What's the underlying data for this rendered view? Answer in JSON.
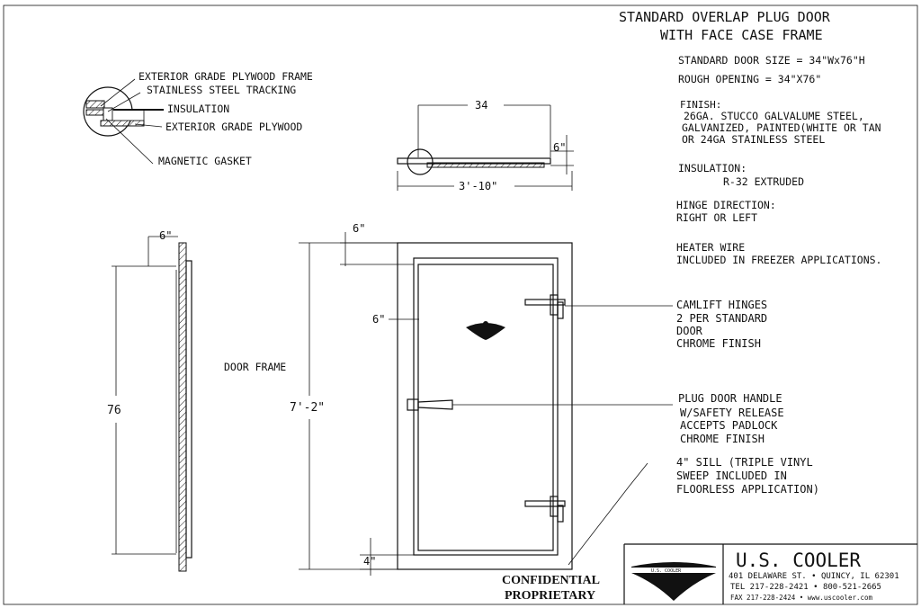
{
  "title": {
    "line1": "STANDARD OVERLAP PLUG DOOR",
    "line2": "WITH FACE CASE FRAME"
  },
  "specs": {
    "door_size": "STANDARD DOOR SIZE = 34\"Wx76\"H",
    "rough_opening": "ROUGH OPENING = 34\"X76\"",
    "finish_label": "FINISH:",
    "finish_1": "26GA. STUCCO GALVALUME STEEL,",
    "finish_2": "GALVANIZED, PAINTED(WHITE OR TAN",
    "finish_3": "OR 24GA STAINLESS STEEL",
    "insulation_label": "INSULATION:",
    "insulation_value": "R-32 EXTRUDED",
    "hinge_label": "HINGE DIRECTION:",
    "hinge_value": "RIGHT OR LEFT",
    "heater_label": "HEATER WIRE",
    "heater_value": "INCLUDED IN FREEZER APPLICATIONS."
  },
  "detail_labels": {
    "frame": "EXTERIOR GRADE PLYWOOD FRAME",
    "tracking": "STAINLESS STEEL TRACKING",
    "insulation": "INSULATION",
    "plywood": "EXTERIOR GRADE PLYWOOD",
    "gasket": "MAGNETIC GASKET"
  },
  "dimensions": {
    "top_width": "34",
    "top_depth": "6\"",
    "top_overall": "3'-10\"",
    "side_depth": "6\"",
    "side_height": "76",
    "front_top": "6\"",
    "front_side": "6\"",
    "front_height": "7'-2\"",
    "sill": "4\""
  },
  "callouts": {
    "door_frame": "DOOR FRAME",
    "hinges_1": "CAMLIFT HINGES",
    "hinges_2": "2 PER STANDARD",
    "hinges_3": "DOOR",
    "hinges_4": "CHROME FINISH",
    "handle_1": "PLUG DOOR HANDLE",
    "handle_2": "W/SAFETY RELEASE",
    "handle_3": "ACCEPTS PADLOCK",
    "handle_4": "CHROME FINISH",
    "sill_1": "4\" SILL (TRIPLE VINYL",
    "sill_2": "SWEEP INCLUDED IN",
    "sill_3": "FLOORLESS APPLICATION)"
  },
  "stamp": {
    "line1": "CONFIDENTIAL",
    "line2": "PROPRIETARY"
  },
  "company": {
    "name": "U.S. COOLER",
    "logo_text": "U.S. COOLER",
    "address": "401 DELAWARE ST. • QUINCY, IL 62301",
    "tel": "TEL 217-228-2421 • 800-521-2665",
    "fax": "FAX 217-228-2424 • www.uscooler.com"
  }
}
